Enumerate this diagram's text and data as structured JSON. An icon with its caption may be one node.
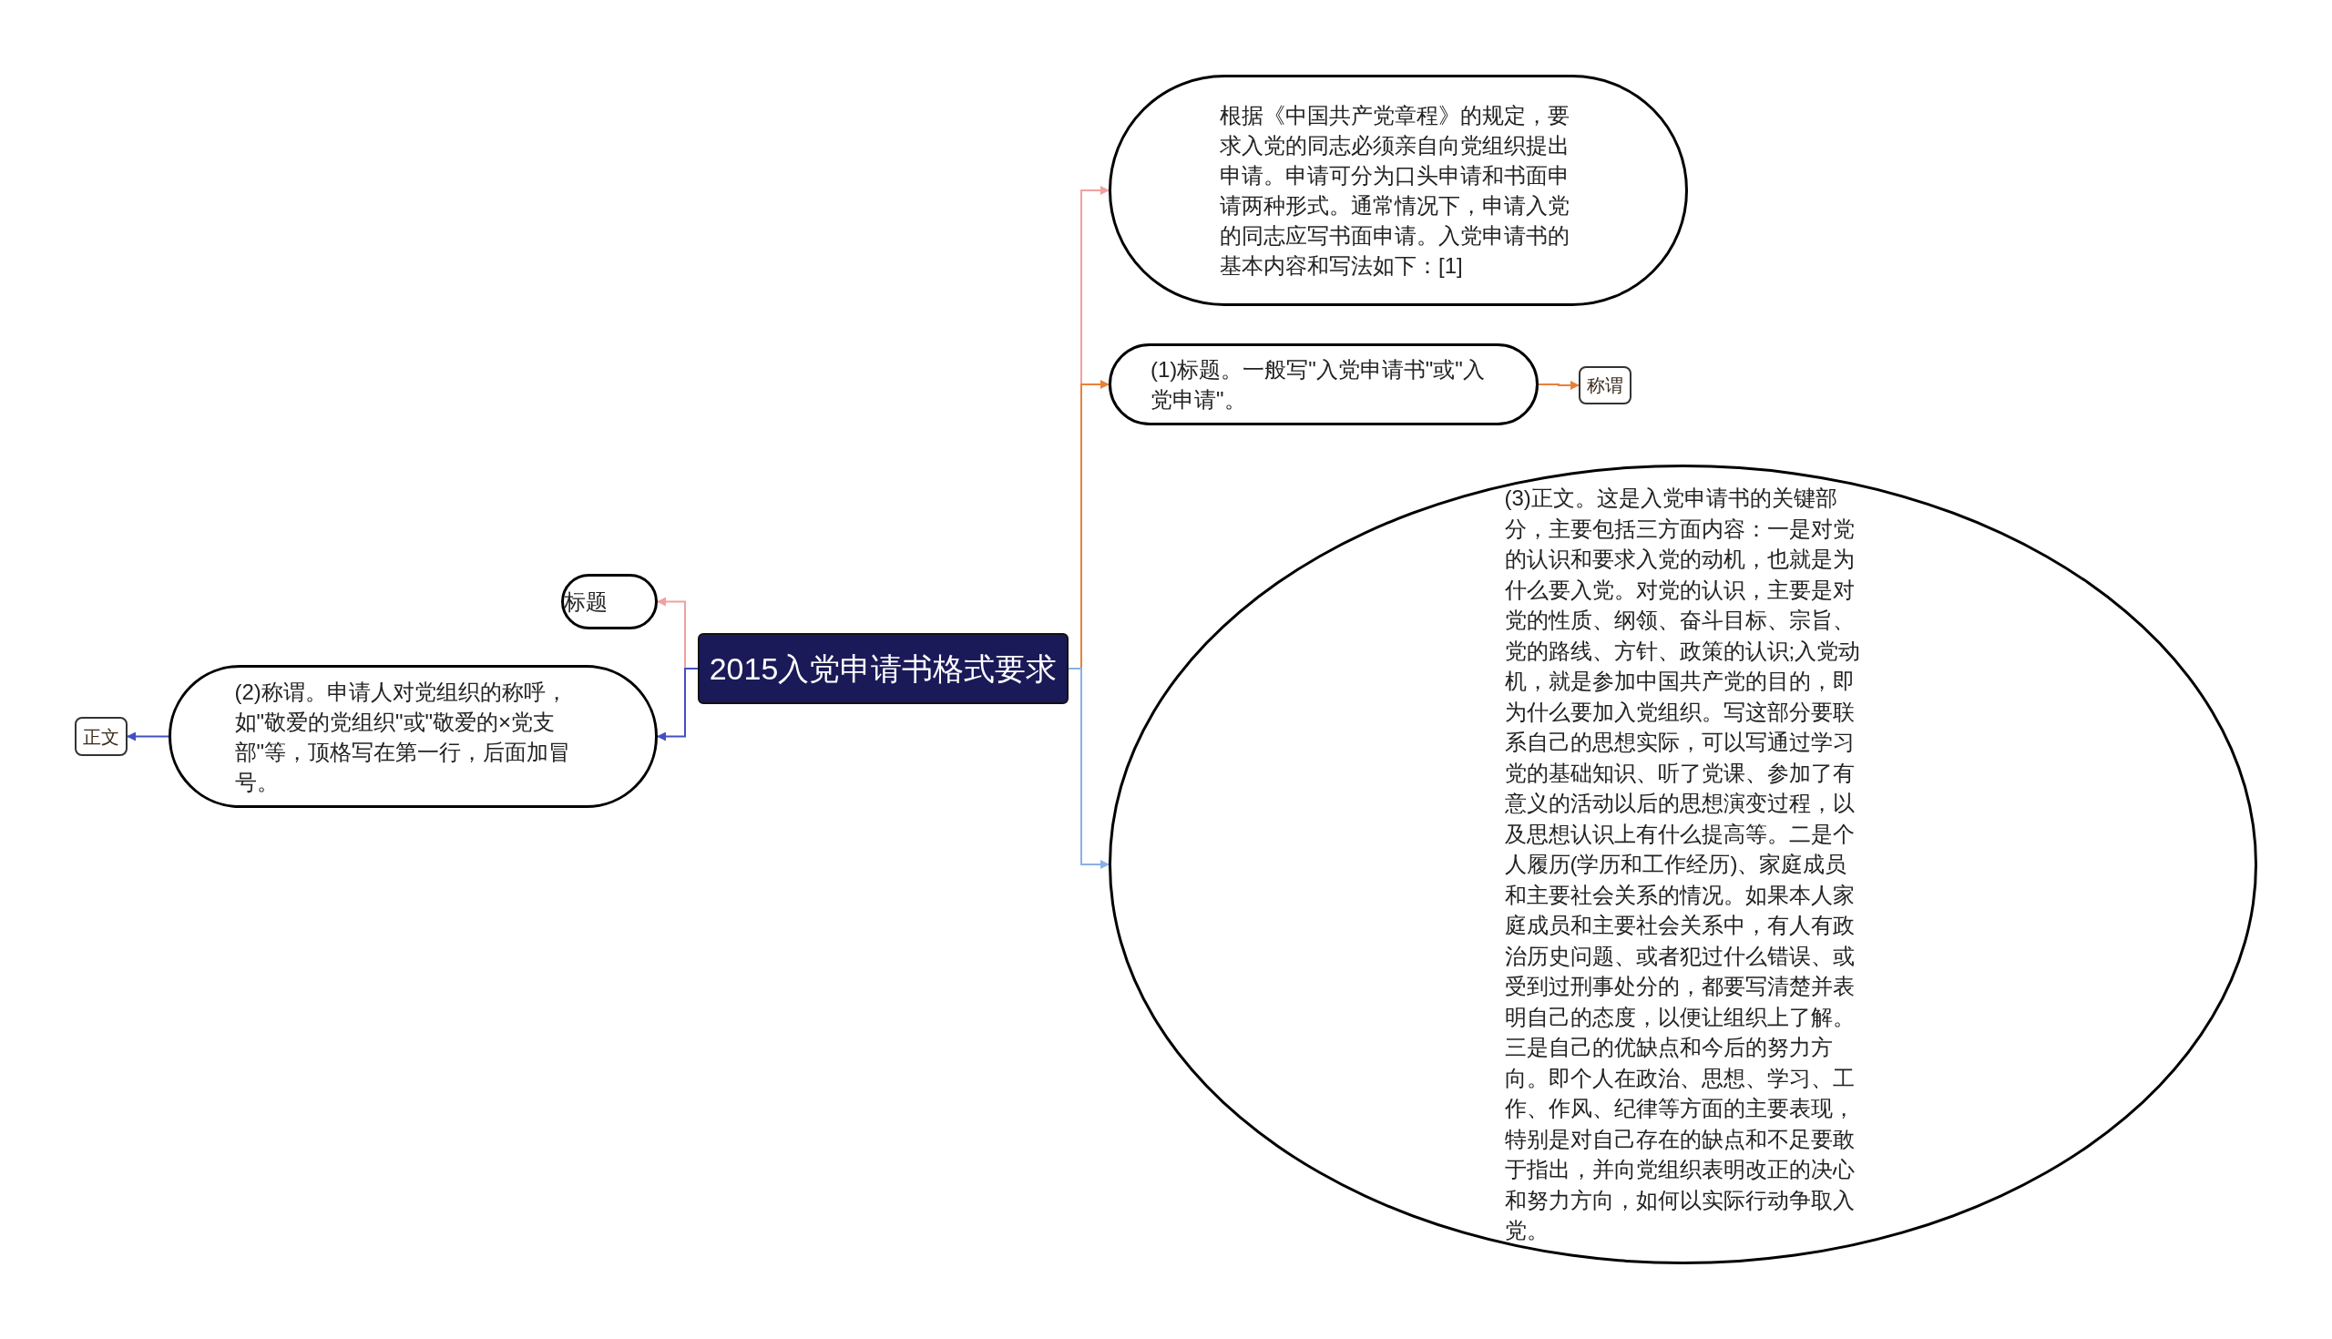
{
  "diagram": {
    "nodes": [
      {
        "text": [
          "2015入党申请书格式要求"
        ]
      },
      {
        "text": [
          "根据《中国共产党章程》的规定，要求入党的同志必须亲自向党组织提出申请。申请可分为口头申请和书面申请两种形式。通常情况下，申请入党的同志应写书面申请。入党申请书的基本内容和写法如下：[1]"
        ]
      },
      {
        "text": [
          "(1)标题。一般写\"入党申请书\"或\"入党申请\"。"
        ]
      },
      {
        "text": [
          "称谓"
        ]
      },
      {
        "text": [
          "(3)正文。这是入党申请书的关键部分，主要包括三方面内容：一是对党的认识和要求入党的动机，也就是为什么要入党。对党的认识，主要是对党的性质、纲领、奋斗目标、宗旨、党的路线、方针、政策的认识;入党动机，就是参加中国共产党的目的，即为什么要加入党组织。写这部分要联系自己的思想实际，可以写通过学习党的基础知识、听了党课、参加了有意义的活动以后的思想演变过程，以及思想认识上有什么提高等。二是个人履历(学历和工作经历)、家庭成员和主要社会关系的情况。如果本人家庭成员和主要社会关系中，有人有政治历史问题、或者犯过什么错误、或受到过刑事处分的，都要写清楚并表明自己的态度，以便让组织上了解。三是自己的优缺点和今后的努力方向。即个人在政治、思想、学习、工作、作风、纪律等方面的主要表现，特别是对自己存在的缺点和不足要敢于指出，并向党组织表明改正的决心和努力方向，如何以实际行动争取入党。"
        ]
      },
      {
        "text": [
          "标题"
        ]
      },
      {
        "text": [
          "(2)称谓。申请人对党组织的称呼，如\"敬爱的党组织\"或\"敬爱的×党支部\"等，顶格写在第一行，后面加冒号。"
        ]
      },
      {
        "text": [
          "正文"
        ]
      }
    ],
    "edges": [
      {
        "from": 0,
        "to": 1,
        "arrow": "to",
        "color": "#f0a0a0"
      },
      {
        "from": 0,
        "to": 2,
        "arrow": "to",
        "color": "#e8803a"
      },
      {
        "from": 0,
        "to": 4,
        "arrow": "to",
        "color": "#8ab0e8"
      },
      {
        "from": 0,
        "to": 5,
        "arrow": "to",
        "color": "#f0a0a0"
      },
      {
        "from": 0,
        "to": 6,
        "arrow": "to",
        "color": "#4050c0"
      },
      {
        "from": 2,
        "to": 3,
        "arrow": "to",
        "color": "#e8803a"
      },
      {
        "from": 6,
        "to": 7,
        "arrow": "to",
        "color": "#4050c0"
      }
    ]
  }
}
